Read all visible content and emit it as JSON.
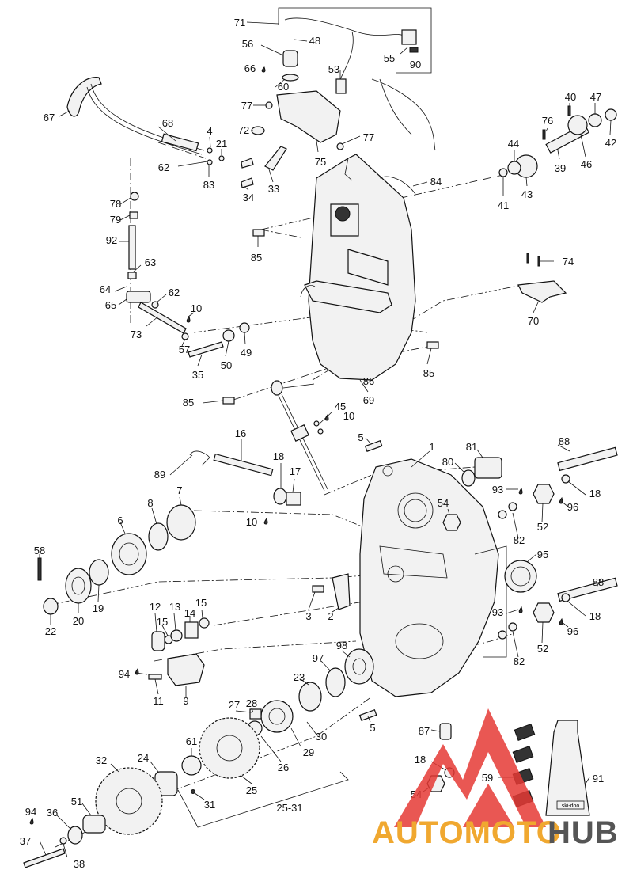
{
  "callouts": [
    {
      "id": "c71",
      "label": "71"
    },
    {
      "id": "c56",
      "label": "56"
    },
    {
      "id": "c48",
      "label": "48"
    },
    {
      "id": "c66",
      "label": "66"
    },
    {
      "id": "c60",
      "label": "60"
    },
    {
      "id": "c53",
      "label": "53"
    },
    {
      "id": "c55",
      "label": "55"
    },
    {
      "id": "c90",
      "label": "90"
    },
    {
      "id": "c67",
      "label": "67"
    },
    {
      "id": "c68",
      "label": "68"
    },
    {
      "id": "c77a",
      "label": "77"
    },
    {
      "id": "c77b",
      "label": "77"
    },
    {
      "id": "c72",
      "label": "72"
    },
    {
      "id": "c75",
      "label": "75"
    },
    {
      "id": "c4",
      "label": "4"
    },
    {
      "id": "c21",
      "label": "21"
    },
    {
      "id": "c62a",
      "label": "62"
    },
    {
      "id": "c83",
      "label": "83"
    },
    {
      "id": "c34",
      "label": "34"
    },
    {
      "id": "c33",
      "label": "33"
    },
    {
      "id": "c84",
      "label": "84"
    },
    {
      "id": "c40",
      "label": "40"
    },
    {
      "id": "c47",
      "label": "47"
    },
    {
      "id": "c76",
      "label": "76"
    },
    {
      "id": "c42",
      "label": "42"
    },
    {
      "id": "c44",
      "label": "44"
    },
    {
      "id": "c39",
      "label": "39"
    },
    {
      "id": "c46",
      "label": "46"
    },
    {
      "id": "c41",
      "label": "41"
    },
    {
      "id": "c43",
      "label": "43"
    },
    {
      "id": "c78",
      "label": "78"
    },
    {
      "id": "c79",
      "label": "79"
    },
    {
      "id": "c92",
      "label": "92"
    },
    {
      "id": "c85a",
      "label": "85"
    },
    {
      "id": "c74",
      "label": "74"
    },
    {
      "id": "c63",
      "label": "63"
    },
    {
      "id": "c64",
      "label": "64"
    },
    {
      "id": "c62b",
      "label": "62"
    },
    {
      "id": "c65",
      "label": "65"
    },
    {
      "id": "c70",
      "label": "70"
    },
    {
      "id": "c10a",
      "label": "10"
    },
    {
      "id": "c73",
      "label": "73"
    },
    {
      "id": "c57",
      "label": "57"
    },
    {
      "id": "c49",
      "label": "49"
    },
    {
      "id": "c35",
      "label": "35"
    },
    {
      "id": "c50",
      "label": "50"
    },
    {
      "id": "c85b",
      "label": "85"
    },
    {
      "id": "c69",
      "label": "69"
    },
    {
      "id": "c86",
      "label": "86"
    },
    {
      "id": "c85c",
      "label": "85"
    },
    {
      "id": "c45",
      "label": "45"
    },
    {
      "id": "c10b",
      "label": "10"
    },
    {
      "id": "c16",
      "label": "16"
    },
    {
      "id": "c5a",
      "label": "5"
    },
    {
      "id": "c1",
      "label": "1"
    },
    {
      "id": "c88a",
      "label": "88"
    },
    {
      "id": "c81",
      "label": "81"
    },
    {
      "id": "c80",
      "label": "80"
    },
    {
      "id": "c18a",
      "label": "18"
    },
    {
      "id": "c89",
      "label": "89"
    },
    {
      "id": "c17",
      "label": "17"
    },
    {
      "id": "c93a",
      "label": "93"
    },
    {
      "id": "c18b",
      "label": "18"
    },
    {
      "id": "c7",
      "label": "7"
    },
    {
      "id": "c8",
      "label": "8"
    },
    {
      "id": "c54a",
      "label": "54"
    },
    {
      "id": "c96a",
      "label": "96"
    },
    {
      "id": "c10c",
      "label": "10"
    },
    {
      "id": "c6",
      "label": "6"
    },
    {
      "id": "c52a",
      "label": "52"
    },
    {
      "id": "c82a",
      "label": "82"
    },
    {
      "id": "c95",
      "label": "95"
    },
    {
      "id": "c58",
      "label": "58"
    },
    {
      "id": "c88b",
      "label": "88"
    },
    {
      "id": "c3",
      "label": "3"
    },
    {
      "id": "c2",
      "label": "2"
    },
    {
      "id": "c12",
      "label": "12"
    },
    {
      "id": "c13",
      "label": "13"
    },
    {
      "id": "c15a",
      "label": "15"
    },
    {
      "id": "c14",
      "label": "14"
    },
    {
      "id": "c15b",
      "label": "15"
    },
    {
      "id": "c93b",
      "label": "93"
    },
    {
      "id": "c18c",
      "label": "18"
    },
    {
      "id": "c20",
      "label": "20"
    },
    {
      "id": "c19",
      "label": "19"
    },
    {
      "id": "c22",
      "label": "22"
    },
    {
      "id": "c96b",
      "label": "96"
    },
    {
      "id": "c52b",
      "label": "52"
    },
    {
      "id": "c82b",
      "label": "82"
    },
    {
      "id": "c98",
      "label": "98"
    },
    {
      "id": "c97",
      "label": "97"
    },
    {
      "id": "c94a",
      "label": "94"
    },
    {
      "id": "c23",
      "label": "23"
    },
    {
      "id": "c11",
      "label": "11"
    },
    {
      "id": "c9",
      "label": "9"
    },
    {
      "id": "c27",
      "label": "27"
    },
    {
      "id": "c28",
      "label": "28"
    },
    {
      "id": "c5b",
      "label": "5"
    },
    {
      "id": "c87",
      "label": "87"
    },
    {
      "id": "c30",
      "label": "30"
    },
    {
      "id": "c61",
      "label": "61"
    },
    {
      "id": "c29",
      "label": "29"
    },
    {
      "id": "c32",
      "label": "32"
    },
    {
      "id": "c24",
      "label": "24"
    },
    {
      "id": "c26",
      "label": "26"
    },
    {
      "id": "c18d",
      "label": "18"
    },
    {
      "id": "c59",
      "label": "59"
    },
    {
      "id": "c91",
      "label": "91"
    },
    {
      "id": "c25",
      "label": "25"
    },
    {
      "id": "c31",
      "label": "31"
    },
    {
      "id": "c54b",
      "label": "54"
    },
    {
      "id": "c94b",
      "label": "94"
    },
    {
      "id": "c51",
      "label": "51"
    },
    {
      "id": "c36",
      "label": "36"
    },
    {
      "id": "c2531",
      "label": "25-31"
    },
    {
      "id": "c37",
      "label": "37"
    },
    {
      "id": "c38",
      "label": "38"
    }
  ],
  "decal": {
    "brand": "ski-doo"
  },
  "watermark": {
    "brand_part1": "AUTOMOTO",
    "brand_part2": "HUB",
    "color_part1": "#f0a830",
    "color_part2": "#555555",
    "logo_color": "#e53935"
  }
}
